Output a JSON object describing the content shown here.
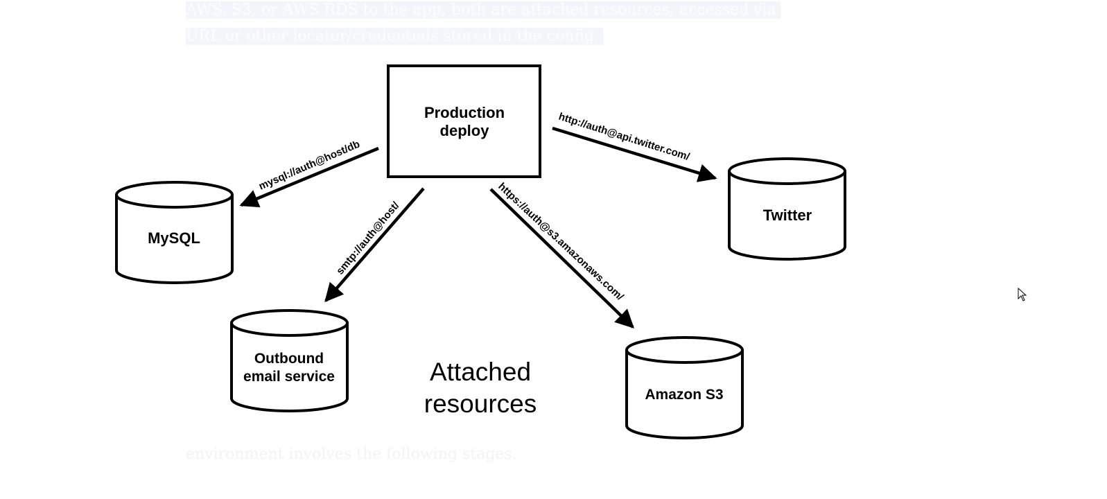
{
  "text": {
    "para_line1": "AWS, S3, or AWS RDS to the app, both are attached resources, accessed via",
    "para_line2": "URL or other locator/credentials stored in the config.",
    "para_after": "environment involves the following stages."
  },
  "diagram": {
    "center": "Production deploy",
    "center_line1": "Production",
    "center_line2": "deploy",
    "caption_line1": "Attached",
    "caption_line2": "resources",
    "resources": {
      "mysql": {
        "name": "MySQL",
        "url": "mysql://auth@host/db"
      },
      "email": {
        "name_line1": "Outbound",
        "name_line2": "email service",
        "url": "smtp://auth@host/"
      },
      "twitter": {
        "name": "Twitter",
        "url": "http://auth@api.twitter.com/"
      },
      "s3": {
        "name": "Amazon S3",
        "url": "https://auth@s3.amazonaws.com/"
      }
    }
  }
}
